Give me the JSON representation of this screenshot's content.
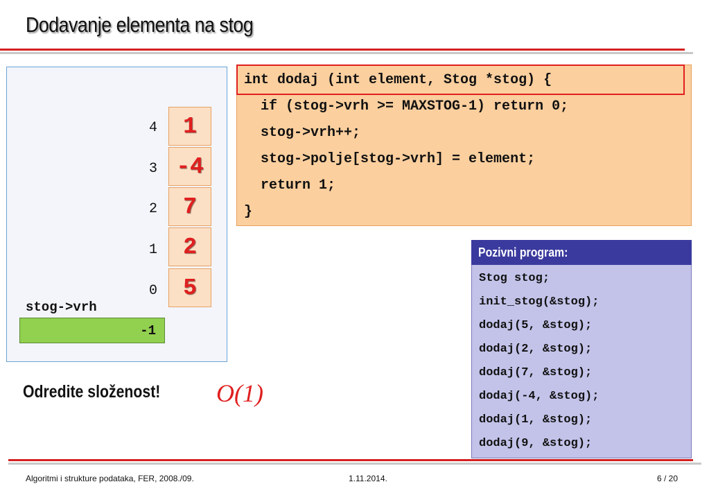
{
  "slide": {
    "title": "Dodavanje elementa na stog"
  },
  "stack": {
    "cells": [
      {
        "index": "4",
        "value": "1"
      },
      {
        "index": "3",
        "value": "-4"
      },
      {
        "index": "2",
        "value": "7"
      },
      {
        "index": "1",
        "value": "2"
      },
      {
        "index": "0",
        "value": "5"
      }
    ],
    "top_label": "stog->vrh",
    "top_value": "-1"
  },
  "code": {
    "lines": [
      "int dodaj (int element, Stog *stog) {",
      "  if (stog->vrh >= MAXSTOG-1) return 0;",
      "  stog->vrh++;",
      "  stog->polje[stog->vrh] = element;",
      "  return 1;",
      "}"
    ]
  },
  "caller": {
    "header": "Pozivni program:",
    "lines": [
      "Stog stog;",
      "init_stog(&stog);",
      "dodaj(5, &stog);",
      "dodaj(2, &stog);",
      "dodaj(7, &stog);",
      "dodaj(-4, &stog);",
      "dodaj(1, &stog);",
      "dodaj(9, &stog);"
    ]
  },
  "question": {
    "text": "Odredite složenost!",
    "answer": "O(1)"
  },
  "footer": {
    "left": "Algoritmi i strukture podataka, FER, 2008./09.",
    "center": "1.11.2014.",
    "right": "6 / 20"
  },
  "colors": {
    "accent_red": "#e01f1f",
    "cell_fill": "#fbe0c6",
    "code_fill": "#fbcf9e",
    "caller_fill": "#c3c3ea",
    "caller_header": "#3a3a9e",
    "vrh_fill": "#92d050"
  }
}
